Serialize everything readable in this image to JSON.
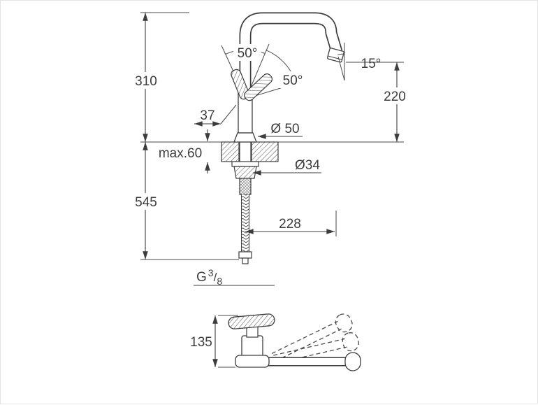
{
  "page": {
    "background": "#ffffff",
    "border_color": "#e4e4e4",
    "line_color": "#3d3d3d",
    "thin_line_color": "#4a4a4a"
  },
  "drawing": {
    "main_view": {
      "dim_total_height_above": "310",
      "dim_depth_below": "545",
      "dim_handle_width": "37",
      "angle_handle_swing_left": "50°",
      "angle_handle_swing_right": "50°",
      "angle_spout_outlet": "15°",
      "dim_outlet_height": "220",
      "dia_base": "Ø 50",
      "dim_max_mounting_thickness": "max.60",
      "dia_shank": "Ø34",
      "dim_spout_reach": "228",
      "thread": {
        "prefix": "G",
        "numerator": "3",
        "slash": "/",
        "denominator": "8"
      }
    },
    "swivel_view": {
      "dim_height": "135"
    }
  }
}
